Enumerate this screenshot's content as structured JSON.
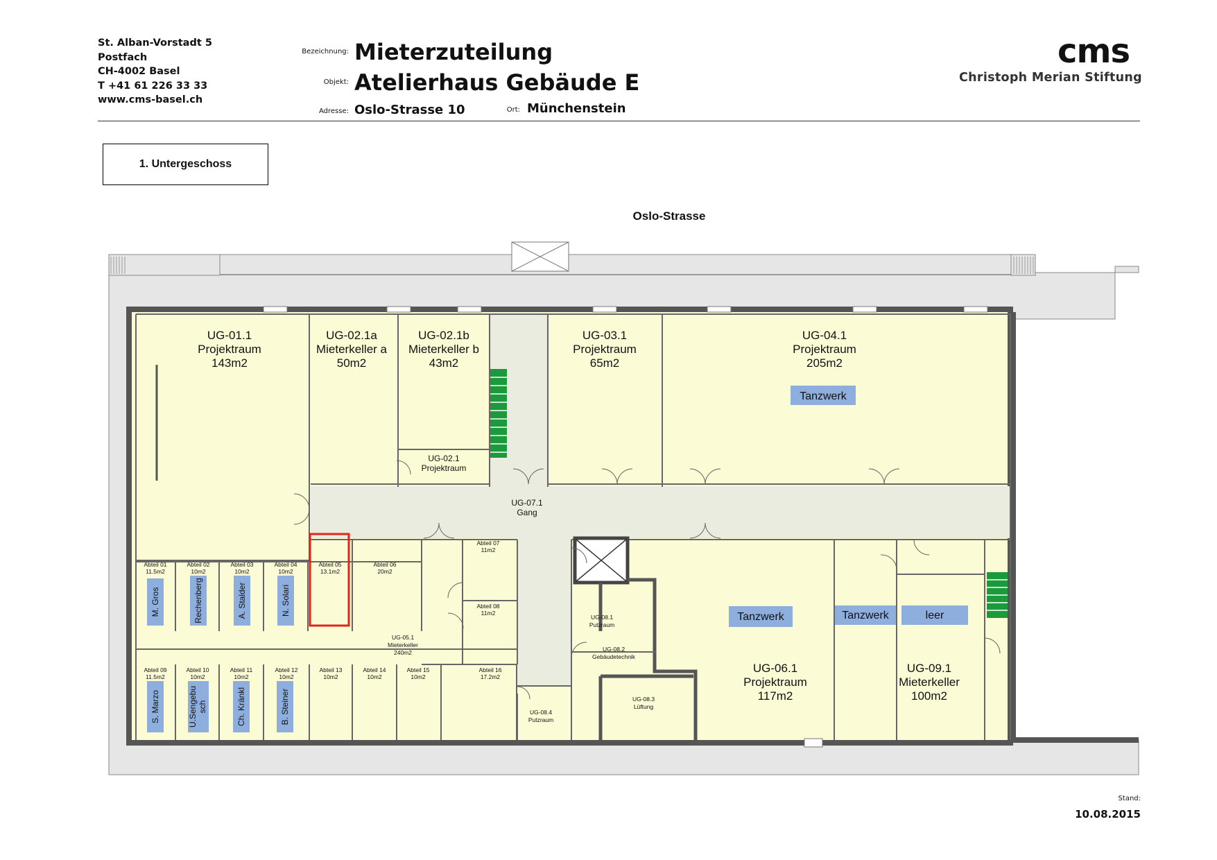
{
  "address": {
    "line1": "St. Alban-Vorstadt 5",
    "line2": "Postfach",
    "line3": "CH-4002 Basel",
    "line4": "T +41 61 226 33 33",
    "line5": "www.cms-basel.ch"
  },
  "header": {
    "bezeichnung_label": "Bezeichnung:",
    "bezeichnung": "Mieterzuteilung",
    "objekt_label": "Objekt:",
    "objekt": "Atelierhaus Gebäude E",
    "adresse_label": "Adresse:",
    "adresse": "Oslo-Strasse 10",
    "ort_label": "Ort:",
    "ort": "Münchenstein"
  },
  "logo": {
    "mark": "cms",
    "name": "Christoph Merian Stiftung"
  },
  "floor_label": "1. Untergeschoss",
  "street_label": "Oslo-Strasse",
  "footer": {
    "stand_label": "Stand:",
    "stand_date": "10.08.2015"
  },
  "colors": {
    "room_fill": "#fbfbd6",
    "corridor_fill": "#e9ecdf",
    "outer_fill": "#e6e6e6",
    "wall": "#555555",
    "tenant_tag": "#8eaede",
    "stairs": "#1b9a3c",
    "highlight": "#e0241b"
  },
  "rooms": {
    "ug011": {
      "id": "UG-01.1",
      "name": "Projektraum",
      "area": "143m2"
    },
    "ug021a": {
      "id": "UG-02.1a",
      "name": "Mieterkeller a",
      "area": "50m2"
    },
    "ug021b": {
      "id": "UG-02.1b",
      "name": "Mieterkeller b",
      "area": "43m2"
    },
    "ug021": {
      "id": "UG-02.1",
      "name": "Projektraum"
    },
    "ug031": {
      "id": "UG-03.1",
      "name": "Projektraum",
      "area": "65m2"
    },
    "ug041": {
      "id": "UG-04.1",
      "name": "Projektraum",
      "area": "205m2"
    },
    "ug071": {
      "id": "UG-07.1",
      "name": "Gang"
    },
    "ug061": {
      "id": "UG-06.1",
      "name": "Projektraum",
      "area": "117m2"
    },
    "ug091": {
      "id": "UG-09.1",
      "name": "Mieterkeller",
      "area": "100m2"
    },
    "ug081": {
      "id": "UG-08.1",
      "name": "Putzraum"
    },
    "ug082": {
      "id": "UG-08.2",
      "name": "Gebäudetechnik"
    },
    "ug083": {
      "id": "UG-08.3",
      "name": "Lüftung"
    },
    "ug084": {
      "id": "UG-08.4",
      "name": "Putzraum"
    },
    "ug051": {
      "id": "UG-05.1",
      "name": "Mieterkeller",
      "area": "240m2"
    }
  },
  "abteile": {
    "a01": {
      "name": "Abteil 01",
      "area": "11.5m2",
      "tenant": "M. Gros"
    },
    "a02": {
      "name": "Abteil 02",
      "area": "10m2",
      "tenant": "Rechenberg"
    },
    "a03": {
      "name": "Abteil 03",
      "area": "10m2",
      "tenant": "A. Stalder"
    },
    "a04": {
      "name": "Abteil 04",
      "area": "10m2",
      "tenant": "N. Solari"
    },
    "a05": {
      "name": "Abteil 05",
      "area": "13.1m2"
    },
    "a06": {
      "name": "Abteil 06",
      "area": "20m2"
    },
    "a07": {
      "name": "Abteil 07",
      "area": "11m2"
    },
    "a08": {
      "name": "Abteil 08",
      "area": "11m2"
    },
    "a09": {
      "name": "Abteil 09",
      "area": "11.5m2",
      "tenant": "S. Marzo"
    },
    "a10": {
      "name": "Abteil 10",
      "area": "10m2",
      "tenant1": "U.Sengebu",
      "tenant2": "sch"
    },
    "a11": {
      "name": "Abteil 11",
      "area": "10m2",
      "tenant": "Ch. Kränkl"
    },
    "a12": {
      "name": "Abteil 12",
      "area": "10m2",
      "tenant": "B. Steiner"
    },
    "a13": {
      "name": "Abteil 13",
      "area": "10m2"
    },
    "a14": {
      "name": "Abteil 14",
      "area": "10m2"
    },
    "a15": {
      "name": "Abteil 15",
      "area": "10m2"
    },
    "a16": {
      "name": "Abteil 16",
      "area": "17.2m2"
    }
  },
  "tags": {
    "tanzwerk": "Tanzwerk",
    "leer": "leer"
  }
}
